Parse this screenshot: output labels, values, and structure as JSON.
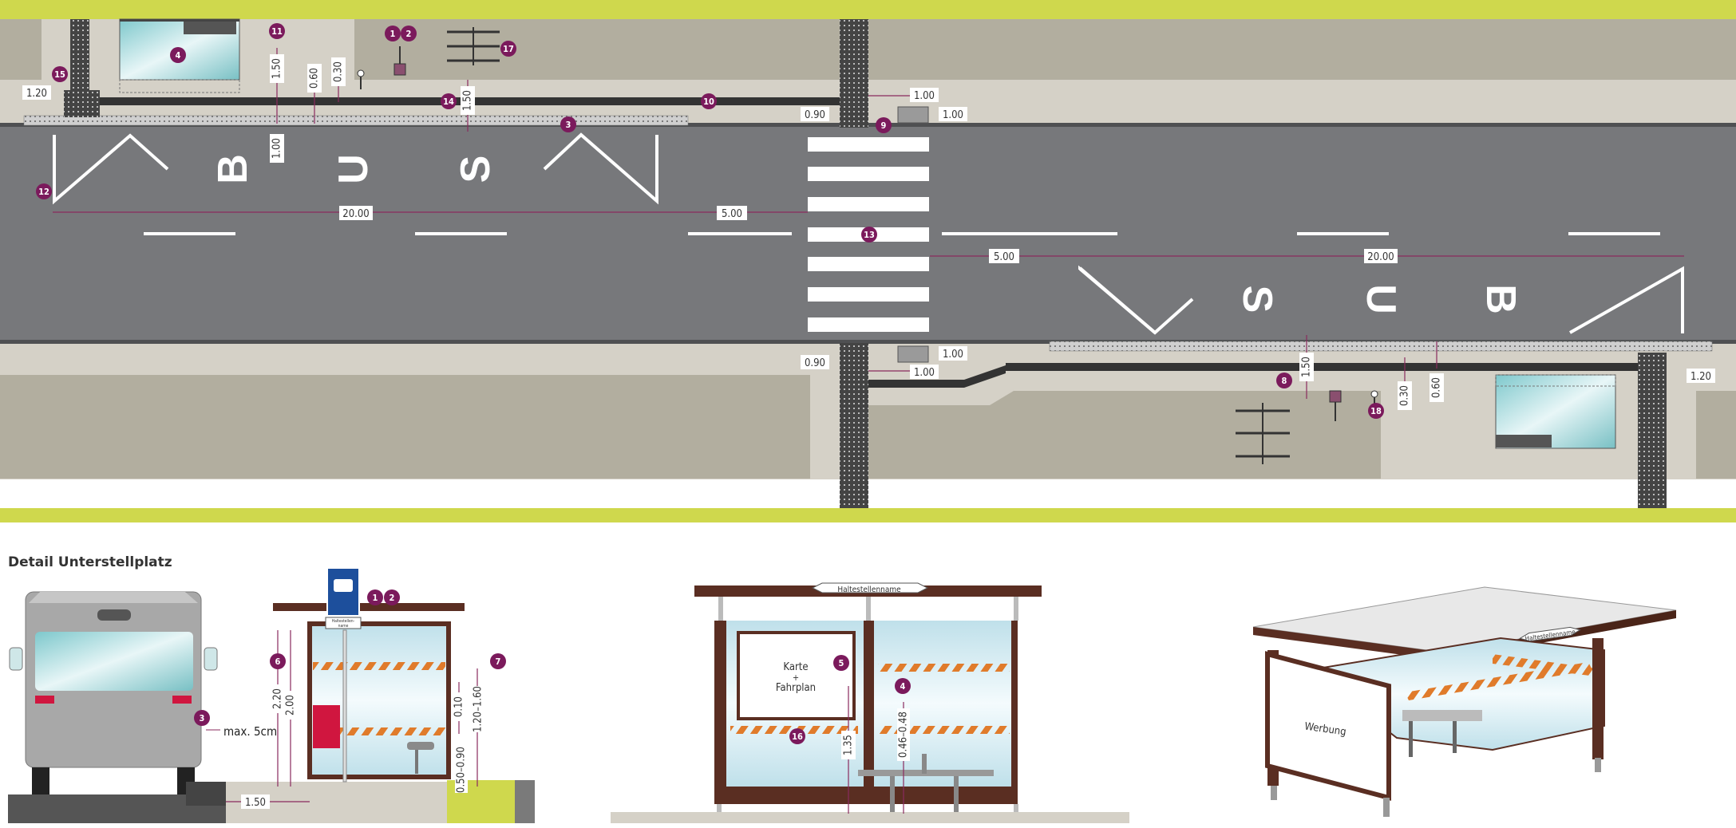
{
  "detail_title": "Detail Unterstellplatz",
  "road_letters_top": [
    "B",
    "U",
    "S"
  ],
  "road_letters_bottom": [
    "S",
    "U",
    "B"
  ],
  "dims": {
    "d_20_00": "20.00",
    "d_5_00": "5.00",
    "d_1_00": "1.00",
    "d_0_90": "0.90",
    "d_1_20": "1.20",
    "d_1_50": "1.50",
    "d_0_60": "0.60",
    "d_0_30": "0.30",
    "d_2_20": "2.20",
    "d_2_00": "2.00",
    "d_0_10": "0.10",
    "d_0_50_0_90": "0.50–0.90",
    "d_1_20_1_60": "1.20–1.60",
    "d_1_35": "1.35",
    "d_0_46_0_48": "0.46–0.48"
  },
  "markers": {
    "m1": "1",
    "m2": "2",
    "m3": "3",
    "m4": "4",
    "m5": "5",
    "m6": "6",
    "m7": "7",
    "m8": "8",
    "m9": "9",
    "m10": "10",
    "m11": "11",
    "m12": "12",
    "m13": "13",
    "m14": "14",
    "m15": "15",
    "m16": "16",
    "m17": "17",
    "m18": "18"
  },
  "labels": {
    "max_5cm": "max. 5cm",
    "stop_name": "Haltestellenname",
    "stop_name_small": "Haltestellen-\nname",
    "karte": "Karte",
    "plus": "+",
    "fahrplan": "Fahrplan",
    "werbung": "Werbung"
  },
  "colors": {
    "green": "#cfd84d",
    "marker": "#7b1a5c",
    "road": "#77787b",
    "sidewalk": "#d5d1c7",
    "ground": "#b2ae9f",
    "shelter_frame": "#5a2e22",
    "hazard": "#e07b2b",
    "bus_sign": "#1d4f9c"
  }
}
